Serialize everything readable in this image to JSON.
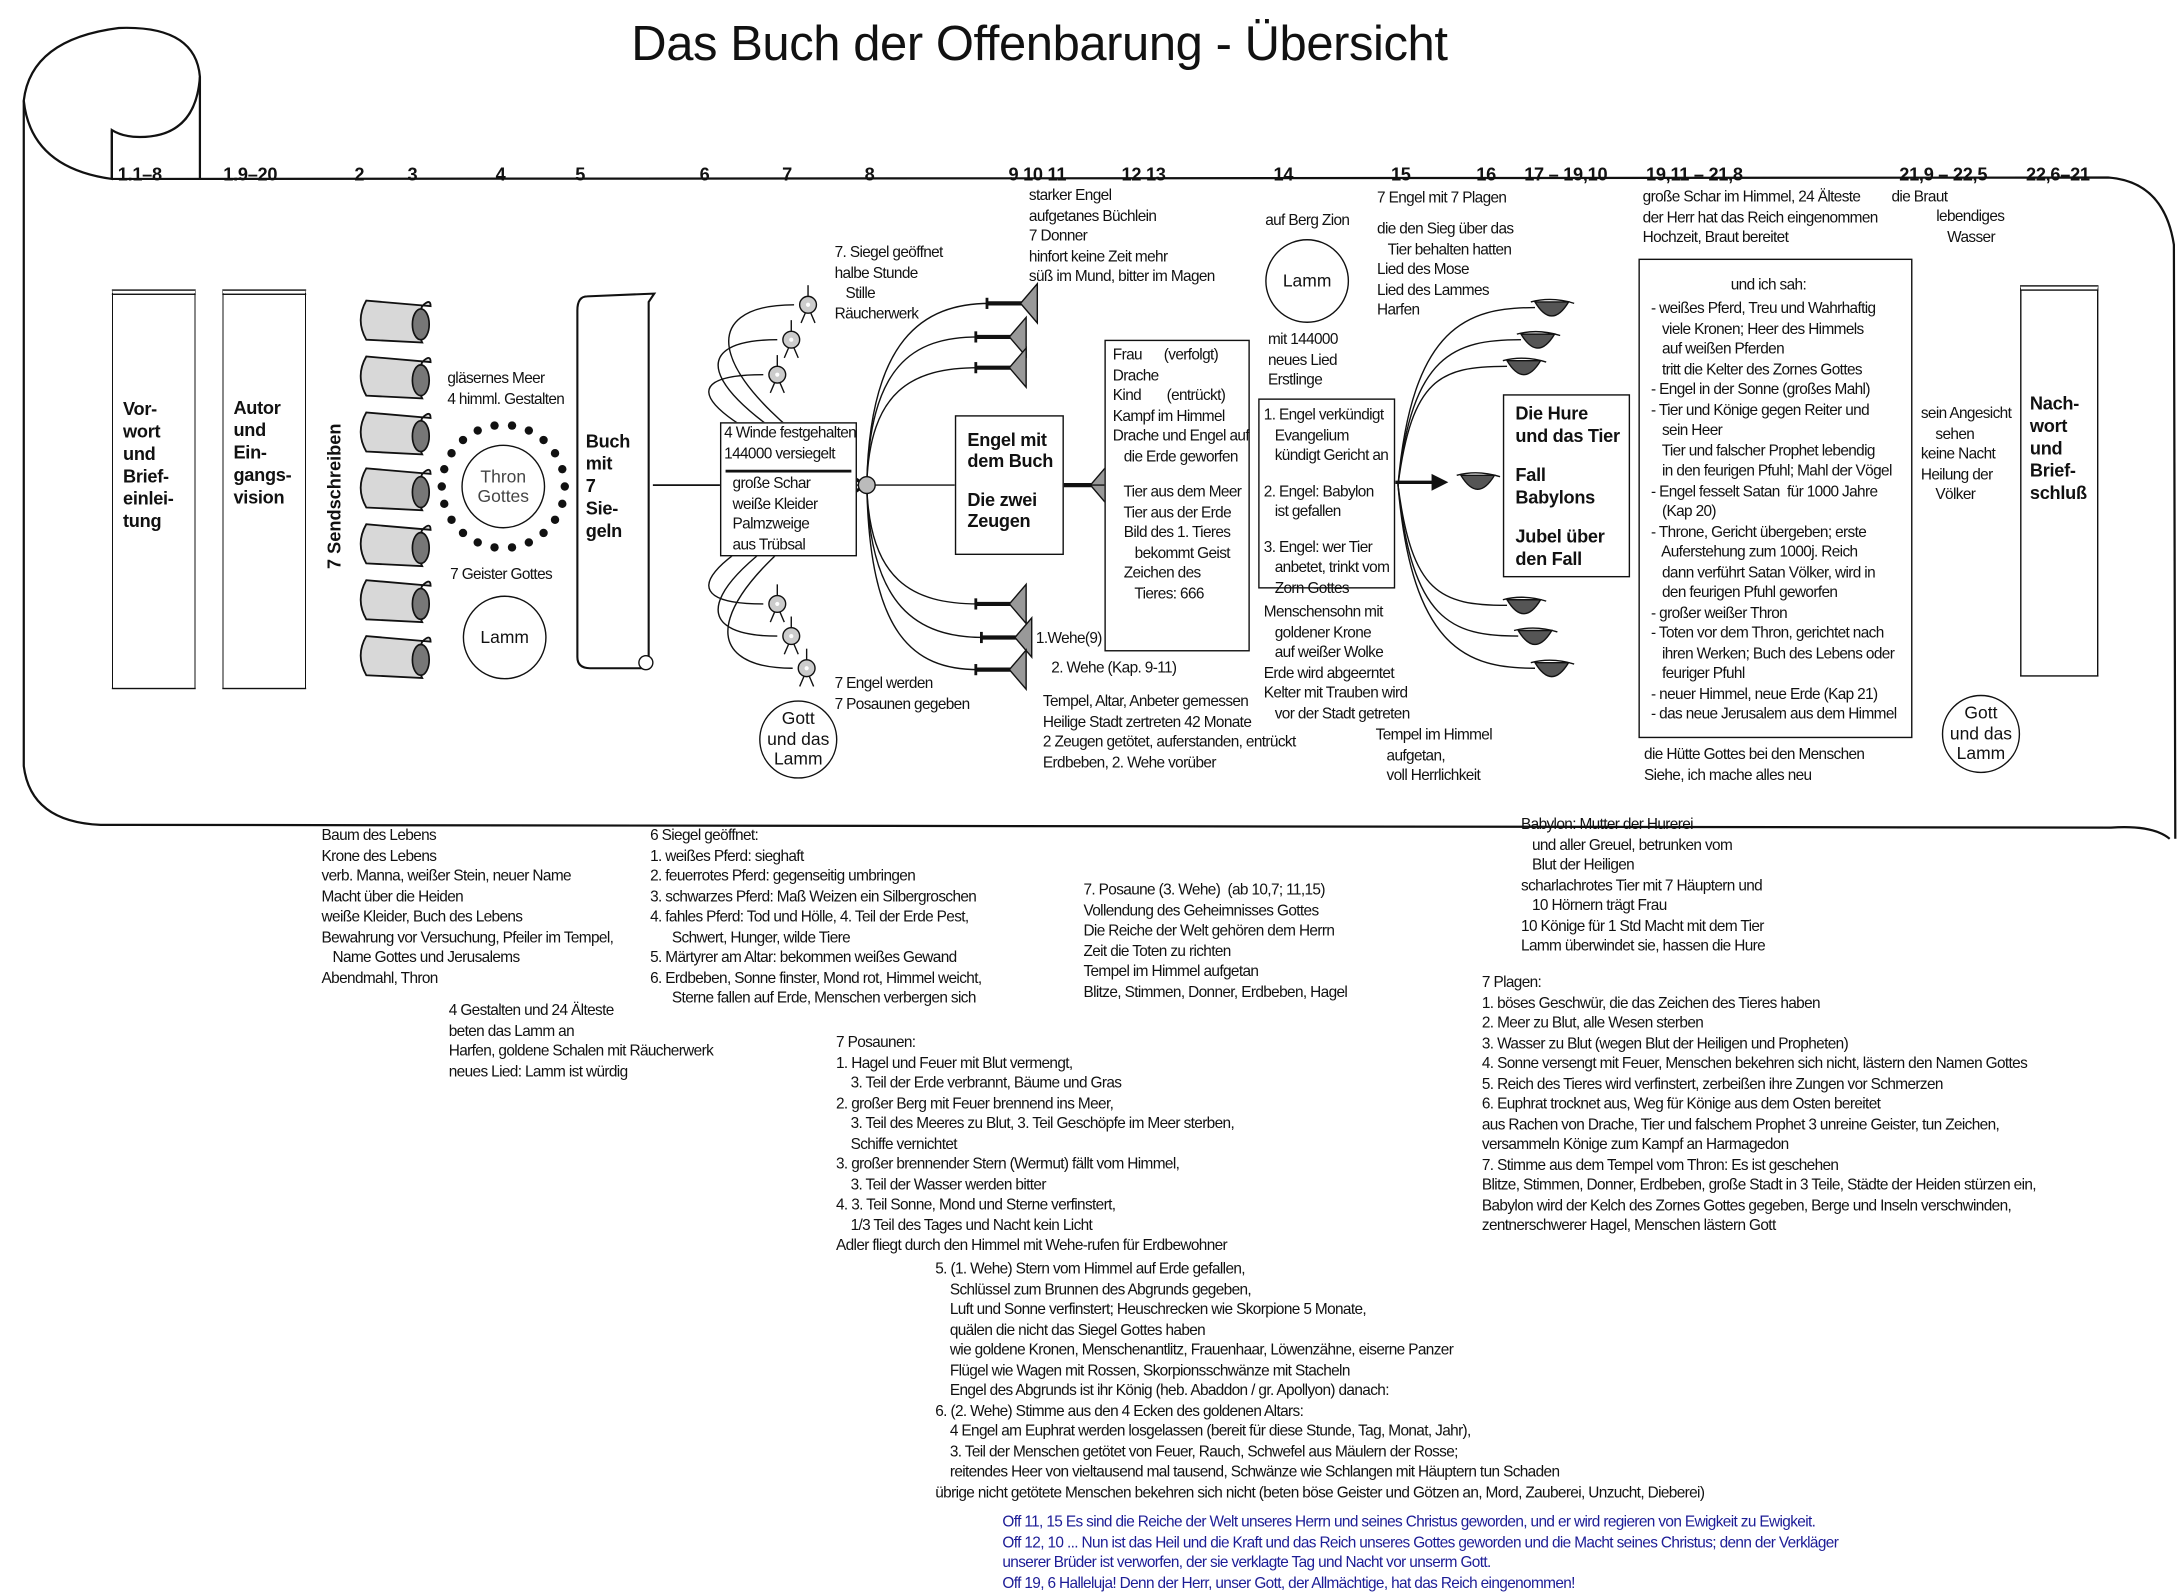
{
  "title": "Das Buch der Offenbarung - Übersicht",
  "chapters": [
    "1.1–8",
    "1.9–20",
    "2",
    "3",
    "4",
    "5",
    "6",
    "7",
    "8",
    "9 10 11",
    "12 13",
    "14",
    "15",
    "16",
    "17 – 19,10",
    "19,11 – 21,8",
    "21,9 – 22,5",
    "22,6–21"
  ],
  "vorwort": [
    "Vor-",
    "wort",
    "und",
    "Brief-",
    "einlei-",
    "tung"
  ],
  "autor": [
    "Autor",
    "und",
    "Ein-",
    "gangs-",
    "vision"
  ],
  "sendschreiben": "7 Sendschreiben",
  "meer": [
    "gläsernes Meer",
    "4 himml. Gestalten"
  ],
  "thron": "Thron\nGottes",
  "geister": [
    "7 Geister Gottes"
  ],
  "lamm": "Lamm",
  "buch": [
    "Buch",
    "mit",
    "7",
    "Sie-",
    "geln"
  ],
  "siegel7": [
    "7. Siegel geöffnet",
    "halbe Stunde",
    "   Stille",
    "Räucherwerk"
  ],
  "winde": [
    "4 Winde festgehalten",
    "144000 versiegelt"
  ],
  "schar": [
    "große Schar",
    "weiße Kleider",
    "Palmzweige",
    "aus Trübsal"
  ],
  "posaunen_gegeben": [
    "7 Engel werden",
    "7 Posaunen gegeben"
  ],
  "gott_lamm": "Gott\nund das\nLamm",
  "engel_buch": [
    "Engel mit",
    "dem Buch",
    "",
    "Die zwei",
    "Zeugen"
  ],
  "starker_engel": [
    "starker Engel",
    "aufgetanes Büchlein",
    "7 Donner",
    "hinfort keine Zeit mehr",
    "süß im Mund, bitter im Magen"
  ],
  "wehe1": "1.Wehe(9)",
  "wehe2": "2. Wehe (Kap. 9-11)",
  "tempel_altar": [
    "Tempel, Altar, Anbeter gemessen",
    "Heilige Stadt zertreten 42 Monate",
    "2 Zeugen getötet, auferstanden, entrückt",
    "Erdbeben, 2. Wehe vorüber"
  ],
  "frau_box": [
    "Frau      (verfolgt)",
    "Drache",
    "Kind       (entrückt)",
    "Kampf im Himmel",
    "Drache und Engel auf",
    "   die Erde geworfen",
    "",
    "   Tier aus dem Meer",
    "   Tier aus der Erde",
    "   Bild des 1. Tieres",
    "      bekommt Geist",
    "   Zeichen des",
    "      Tieres: 666"
  ],
  "zion": [
    "auf Berg Zion"
  ],
  "lamm14": "Lamm",
  "mit144000": [
    "mit 144000",
    "neues Lied",
    "Erstlinge"
  ],
  "drei_engel": [
    "1. Engel verkündigt",
    "   Evangelium",
    "   kündigt Gericht an",
    "",
    "2. Engel: Babylon",
    "   ist gefallen",
    "",
    "3. Engel: wer Tier",
    "   anbetet, trinkt vom",
    "   Zorn Gottes"
  ],
  "menschensohn": [
    "Menschensohn mit",
    "   goldener Krone",
    "   auf weißer Wolke",
    "Erde wird abgeerntet",
    "Kelter mit Trauben wird",
    "   vor der Stadt getreten"
  ],
  "tempel_himmel": [
    "Tempel im Himmel",
    "   aufgetan,",
    "   voll Herrlichkeit"
  ],
  "plagen_engel": [
    "7 Engel mit 7 Plagen"
  ],
  "sieg": [
    "die den Sieg über das",
    "   Tier behalten hatten",
    "Lied des Mose",
    "Lied des Lammes",
    "Harfen"
  ],
  "hure_box": [
    "Die Hure",
    "und das Tier",
    "",
    "Fall",
    "Babylons",
    "",
    "Jubel über",
    "den Fall"
  ],
  "schar_himmel": [
    "große Schar im Himmel, 24 Älteste",
    "der Herr hat das Reich eingenommen",
    "Hochzeit, Braut bereitet"
  ],
  "ich_sah_title": "und ich sah:",
  "ich_sah": [
    "- weißes Pferd, Treu und Wahrhaftig",
    "   viele Kronen; Heer des Himmels",
    "   auf weißen Pferden",
    "   tritt die Kelter des Zornes Gottes",
    "- Engel in der Sonne (großes Mahl)",
    "- Tier und Könige gegen Reiter und",
    "   sein Heer",
    "   Tier und falscher Prophet lebendig",
    "   in den feurigen Pfuhl; Mahl der Vögel",
    "- Engel fesselt Satan  für 1000 Jahre",
    "   (Kap 20)",
    "- Throne, Gericht übergeben; erste",
    "   Auferstehung zum 1000j. Reich",
    "   dann verführt Satan Völker, wird in",
    "   den feurigen Pfuhl geworfen",
    "- großer weißer Thron",
    "- Toten vor dem Thron, gerichtet nach",
    "   ihren Werken; Buch des Lebens oder",
    "   feuriger Pfuhl",
    "- neuer Himmel, neue Erde (Kap 21)",
    "- das neue Jerusalem aus dem Himmel"
  ],
  "huette": [
    "die Hütte Gottes bei den Menschen",
    "Siehe, ich mache alles neu"
  ],
  "braut": [
    "die Braut"
  ],
  "wasser": [
    "lebendiges",
    "   Wasser"
  ],
  "angesicht": [
    "sein Angesicht",
    "    sehen",
    "keine Nacht",
    "Heilung der",
    "    Völker"
  ],
  "gott_lamm2": "Gott\nund das\nLamm",
  "nachwort": [
    "Nach-",
    "wort",
    "und",
    "Brief-",
    "schluß"
  ],
  "sendschreiben_detail": [
    "Baum des Lebens",
    "Krone des Lebens",
    "verb. Manna, weißer Stein, neuer Name",
    "Macht über die Heiden",
    "weiße Kleider, Buch des Lebens",
    "Bewahrung vor Versuchung, Pfeiler im Tempel,",
    "   Name Gottes und Jerusalems",
    "Abendmahl, Thron"
  ],
  "gestalten": [
    "4 Gestalten und 24 Älteste",
    "beten das Lamm an",
    "Harfen, goldene Schalen mit Räucherwerk",
    "neues Lied: Lamm ist würdig"
  ],
  "sechs_siegel": [
    "6 Siegel geöffnet:",
    "1. weißes Pferd: sieghaft",
    "2. feuerrotes Pferd: gegenseitig umbringen",
    "3. schwarzes Pferd: Maß Weizen ein Silbergroschen",
    "4. fahles Pferd: Tod und Hölle, 4. Teil der Erde Pest,",
    "      Schwert, Hunger, wilde Tiere",
    "5. Märtyrer am Altar: bekommen weißes Gewand",
    "6. Erdbeben, Sonne finster, Mond rot, Himmel weicht,",
    "      Sterne fallen auf Erde, Menschen verbergen sich"
  ],
  "posaune7": [
    "7. Posaune (3. Wehe)  (ab 10,7; 11,15)",
    "Vollendung des Geheimnisses Gottes",
    "Die Reiche der Welt gehören dem Herrn",
    "Zeit die Toten zu richten",
    "Tempel im Himmel aufgetan",
    "Blitze, Stimmen, Donner, Erdbeben, Hagel"
  ],
  "posaunen": [
    "7 Posaunen:",
    "1. Hagel und Feuer mit Blut vermengt,",
    "    3. Teil der Erde verbrannt, Bäume und Gras",
    "2. großer Berg mit Feuer brennend ins Meer,",
    "    3. Teil des Meeres zu Blut, 3. Teil Geschöpfe im Meer sterben,",
    "    Schiffe vernichtet",
    "3. großer brennender Stern (Wermut) fällt vom Himmel,",
    "    3. Teil der Wasser werden bitter",
    "4. 3. Teil Sonne, Mond und Sterne verfinstert,",
    "    1/3 Teil des Tages und Nacht kein Licht",
    "Adler fliegt durch den Himmel mit Wehe-rufen für Erdbewohner"
  ],
  "wehen": [
    "5. (1. Wehe) Stern vom Himmel auf Erde gefallen,",
    "    Schlüssel zum Brunnen des Abgrunds gegeben,",
    "    Luft und Sonne verfinstert; Heuschrecken wie Skorpione 5 Monate,",
    "    quälen die nicht das Siegel Gottes haben",
    "    wie goldene Kronen, Menschenantlitz, Frauenhaar, Löwenzähne, eiserne Panzer",
    "    Flügel wie Wagen mit Rossen, Skorpionsschwänze mit Stacheln",
    "    Engel des Abgrunds ist ihr König (heb. Abaddon / gr. Apollyon) danach:",
    "6. (2. Wehe) Stimme aus den 4 Ecken des goldenen Altars:",
    "    4 Engel am Euphrat werden losgelassen (bereit für diese Stunde, Tag, Monat, Jahr),",
    "    3. Teil der Menschen getötet von Feuer, Rauch, Schwefel aus Mäulern der Rosse;",
    "    reitendes Heer von vieltausend mal tausend, Schwänze wie Schlangen mit Häuptern tun Schaden",
    "übrige nicht getötete Menschen bekehren sich nicht (beten böse Geister und Götzen an, Mord, Zauberei, Unzucht, Dieberei)"
  ],
  "babylon": [
    "Babylon: Mutter der Hurerei",
    "   und aller Greuel, betrunken vom",
    "   Blut der Heiligen",
    "scharlachrotes Tier mit 7 Häuptern und",
    "   10 Hörnern trägt Frau",
    "10 Könige für 1 Std Macht mit dem Tier",
    "Lamm überwindet sie, hassen die Hure"
  ],
  "plagen": [
    "7 Plagen:",
    "1. böses Geschwür, die das Zeichen des Tieres haben",
    "2. Meer zu Blut, alle Wesen sterben",
    "3. Wasser zu Blut (wegen Blut der Heiligen und Propheten)",
    "4. Sonne versengt mit Feuer, Menschen bekehren sich nicht, lästern den Namen Gottes",
    "5. Reich des Tieres wird verfinstert, zerbeißen ihre Zungen vor Schmerzen",
    "6. Euphrat trocknet aus, Weg für Könige aus dem Osten bereitet",
    "aus Rachen von Drache, Tier und falschem Prophet 3 unreine Geister, tun Zeichen,",
    "versammeln Könige zum Kampf an Harmagedon",
    "7. Stimme aus dem Tempel vom Thron: Es ist geschehen",
    "Blitze, Stimmen, Donner, Erdbeben, große Stadt in 3 Teile, Städte der Heiden stürzen ein,",
    "Babylon wird der Kelch des Zornes Gottes gegeben, Berge und Inseln verschwinden,",
    "zentnerschwerer Hagel, Menschen lästern Gott"
  ],
  "quotes": [
    "Off 11, 15 Es sind die Reiche der Welt unseres Herrn und seines Christus geworden, und er wird regieren von Ewigkeit zu Ewigkeit.",
    "Off 12, 10 ... Nun ist das Heil und die Kraft und das Reich unseres Gottes geworden und die Macht seines Christus; denn der Verkläger",
    "unserer Brüder ist verworfen, der sie verklagte Tag und Nacht vor unserm Gott.",
    "Off 19, 6 Halleluja! Denn der Herr, unser Gott, der Allmächtige, hat das Reich eingenommen!"
  ],
  "colors": {
    "ink": "#111111",
    "quote": "#1c1c96",
    "scroll_fill": "#d8d8d8",
    "bowl": "#555555"
  }
}
